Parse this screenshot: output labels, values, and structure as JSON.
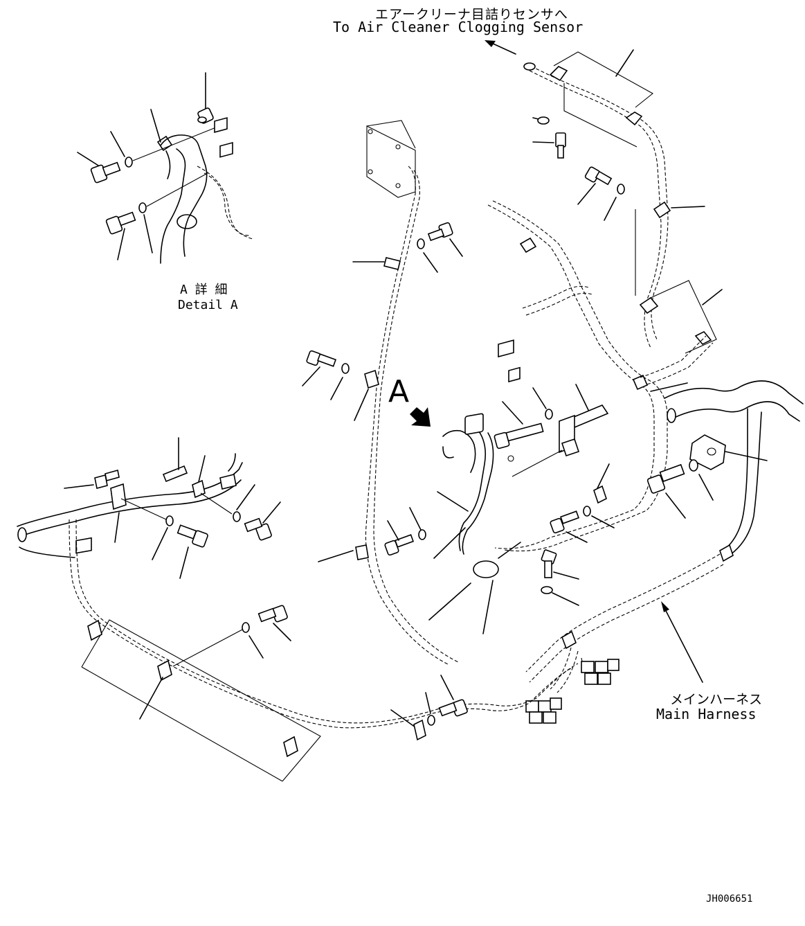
{
  "labels": {
    "air_cleaner_jp": "エアークリーナ目詰りセンサへ",
    "air_cleaner_en": "To Air Cleaner Clogging Sensor",
    "detail_a_jp": "A 詳 細",
    "detail_a_en": "Detail A",
    "view_a": "A",
    "main_harness_jp": "メインハーネス",
    "main_harness_en": "Main Harness",
    "drawing_number": "JH006651"
  }
}
